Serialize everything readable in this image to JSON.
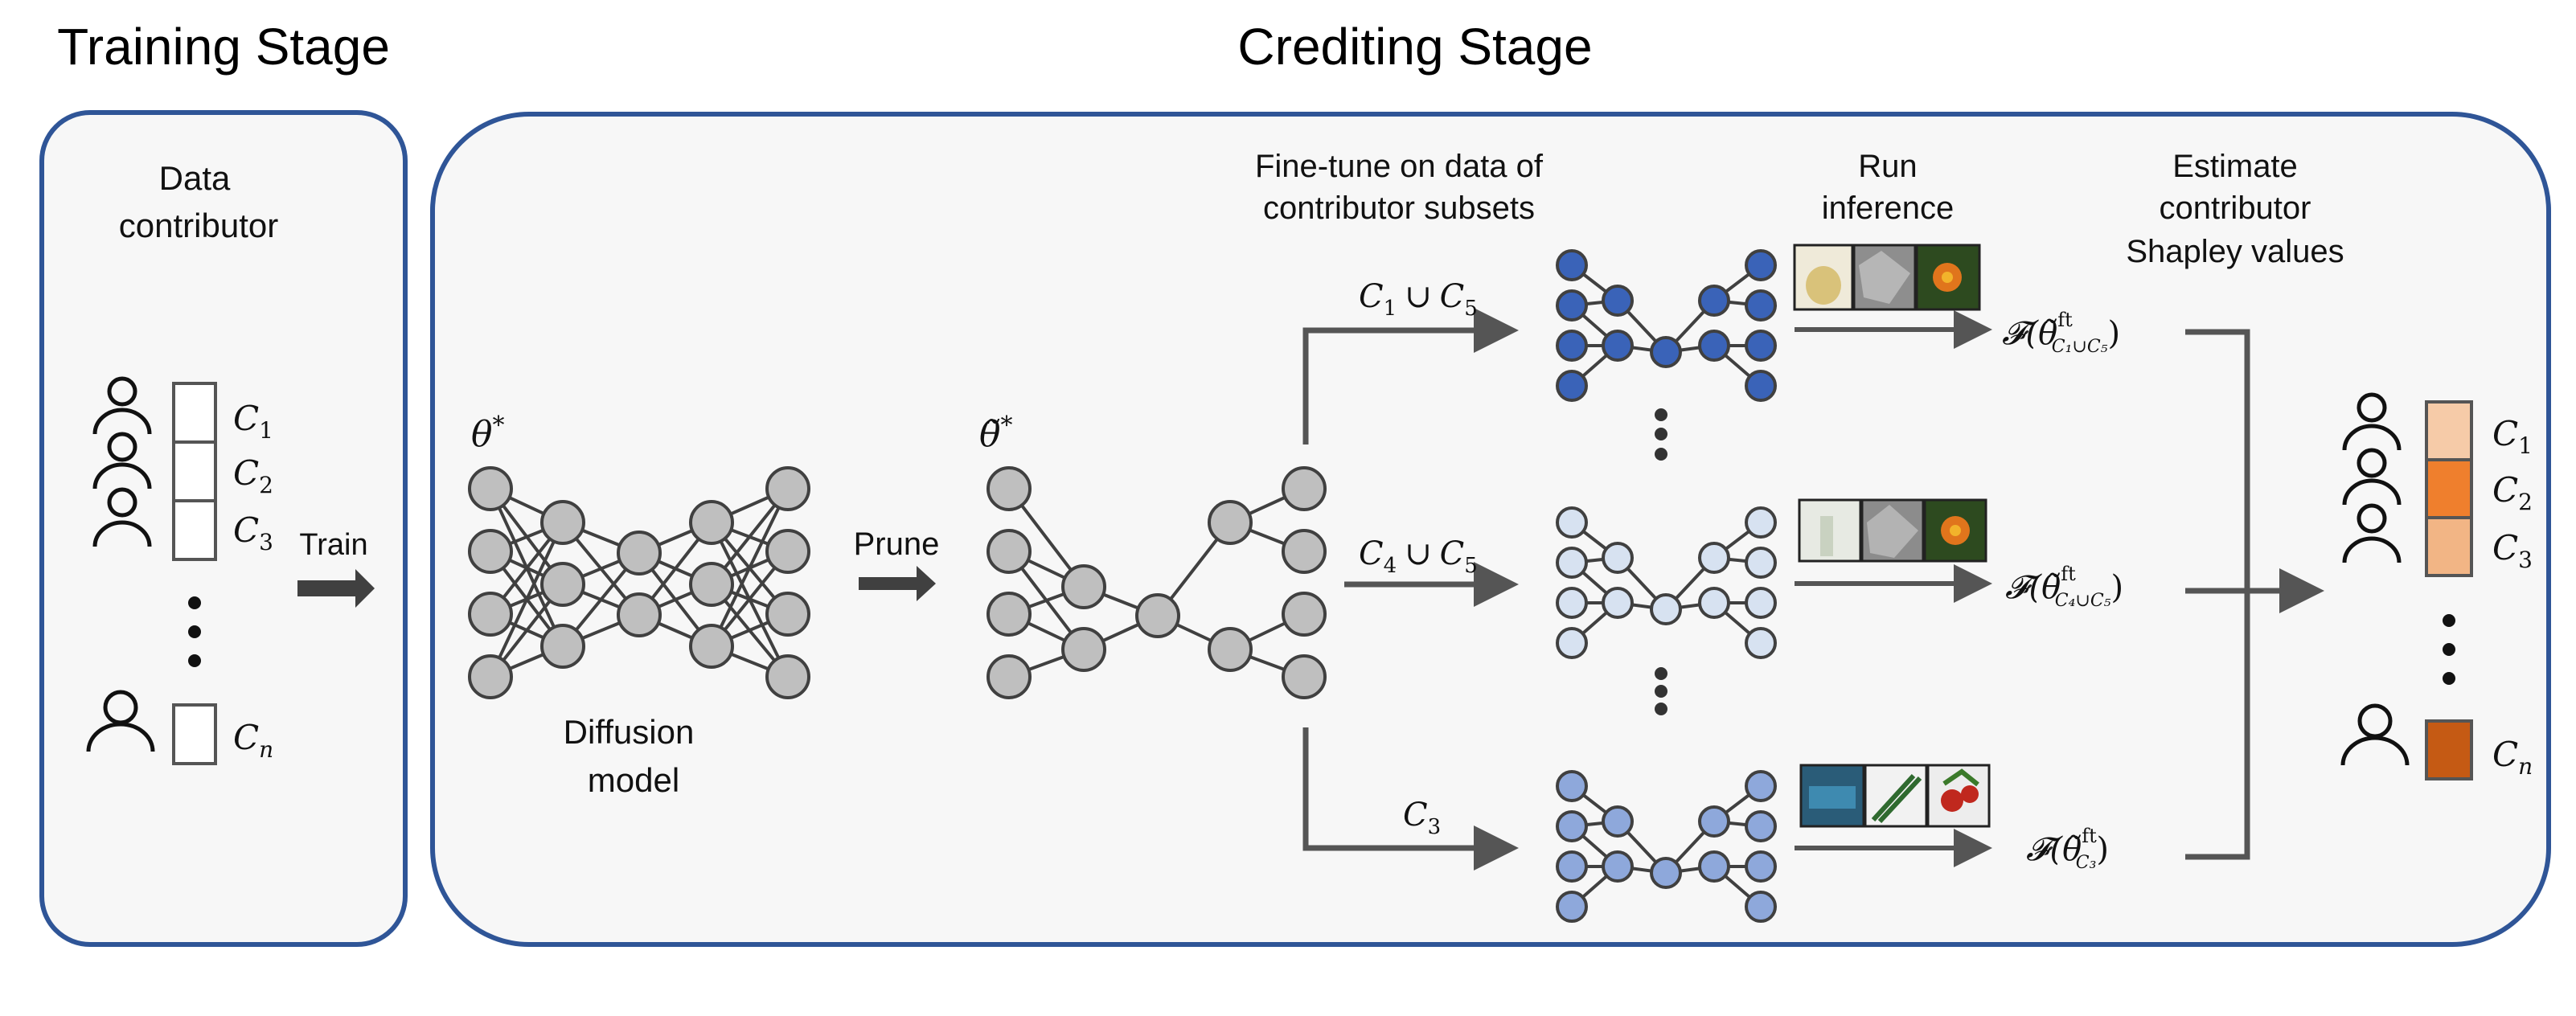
{
  "titles": {
    "training": "Training Stage",
    "crediting": "Crediting Stage"
  },
  "training_panel": {
    "heading_line1": "Data",
    "heading_line2": "contributor",
    "contributors": [
      {
        "name": "C",
        "sub": "1"
      },
      {
        "name": "C",
        "sub": "2"
      },
      {
        "name": "C",
        "sub": "3"
      },
      {
        "name": "C",
        "sub": "n"
      }
    ],
    "train_label": "Train"
  },
  "diffusion_model": {
    "param_symbol": "θ",
    "param_sup": "*",
    "label_line1": "Diffusion",
    "label_line2": "model"
  },
  "prune": {
    "label": "Prune",
    "param_symbol": "θ̃",
    "param_sup": "*"
  },
  "column_headers": {
    "finetune_line1": "Fine-tune on data of",
    "finetune_line2": "contributor subsets",
    "inference_line1": "Run",
    "inference_line2": "inference",
    "shapley_line1": "Estimate",
    "shapley_line2": "contributor",
    "shapley_line3": "Shapley values"
  },
  "branches": [
    {
      "subset_a": "C",
      "sub_a": "1",
      "union": "∪",
      "subset_b": "C",
      "sub_b": "5",
      "output_prefix": "𝓕(",
      "theta": "θ̃",
      "sup": "ft",
      "sub": "C₁∪C₅",
      "output_suffix": ")",
      "color": "#3A63B8"
    },
    {
      "subset_a": "C",
      "sub_a": "4",
      "union": "∪",
      "subset_b": "C",
      "sub_b": "5",
      "output_prefix": "𝓕(",
      "theta": "θ̃",
      "sup": "ft",
      "sub": "C₄∪C₅",
      "output_suffix": ")",
      "color": "#D7E2F1"
    },
    {
      "subset_a": "C",
      "sub_a": "3",
      "output_prefix": "𝓕(",
      "theta": "θ̃",
      "sup": "ft",
      "sub": "C₃",
      "output_suffix": ")",
      "color": "#8EA8DB"
    }
  ],
  "shapley_outputs": [
    {
      "name": "C",
      "sub": "1",
      "color": "#F6CBA8"
    },
    {
      "name": "C",
      "sub": "2",
      "color": "#EF7F2D"
    },
    {
      "name": "C",
      "sub": "3",
      "color": "#F2B585"
    },
    {
      "name": "C",
      "sub": "n",
      "color": "#C55A14"
    }
  ],
  "colors": {
    "panel_border": "#2F5597",
    "panel_fill": "#F7F7F7",
    "node_gray": "#BFBFBF",
    "node_stroke": "#404040",
    "arrow": "#555555"
  },
  "icons": [
    "person-icon",
    "image-thumbnail"
  ]
}
